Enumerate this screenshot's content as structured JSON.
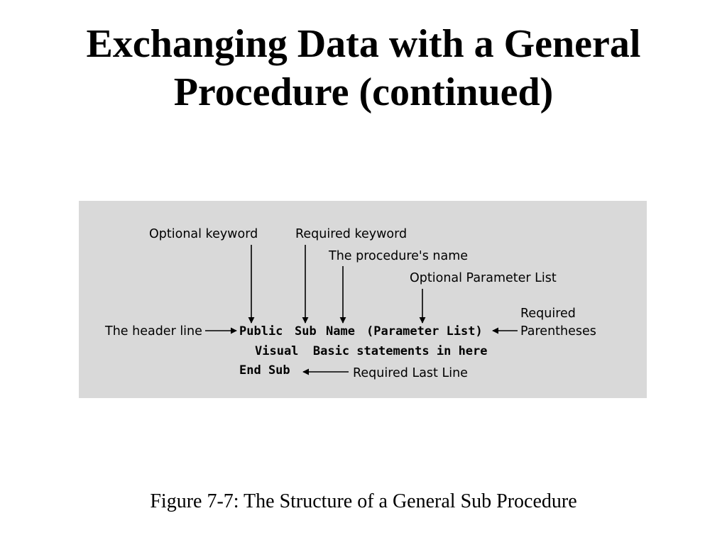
{
  "slide": {
    "title_line1": "Exchanging Data with a General",
    "title_line2": "Procedure (continued)",
    "caption": "Figure 7-7: The Structure of a General Sub Procedure"
  },
  "diagram": {
    "labels": {
      "optional_keyword": "Optional keyword",
      "required_keyword": "Required keyword",
      "procedure_name": "The procedure's name",
      "optional_param_list": "Optional Parameter List",
      "required_line1": "Required",
      "required_line2": "Parentheses",
      "header_line": "The header line",
      "required_last_line": "Required Last Line"
    },
    "code": {
      "public": "Public",
      "sub": "Sub",
      "name": "Name",
      "params": "(Parameter List)",
      "statements": "Visual  Basic statements in here",
      "end_sub": "End Sub"
    }
  }
}
